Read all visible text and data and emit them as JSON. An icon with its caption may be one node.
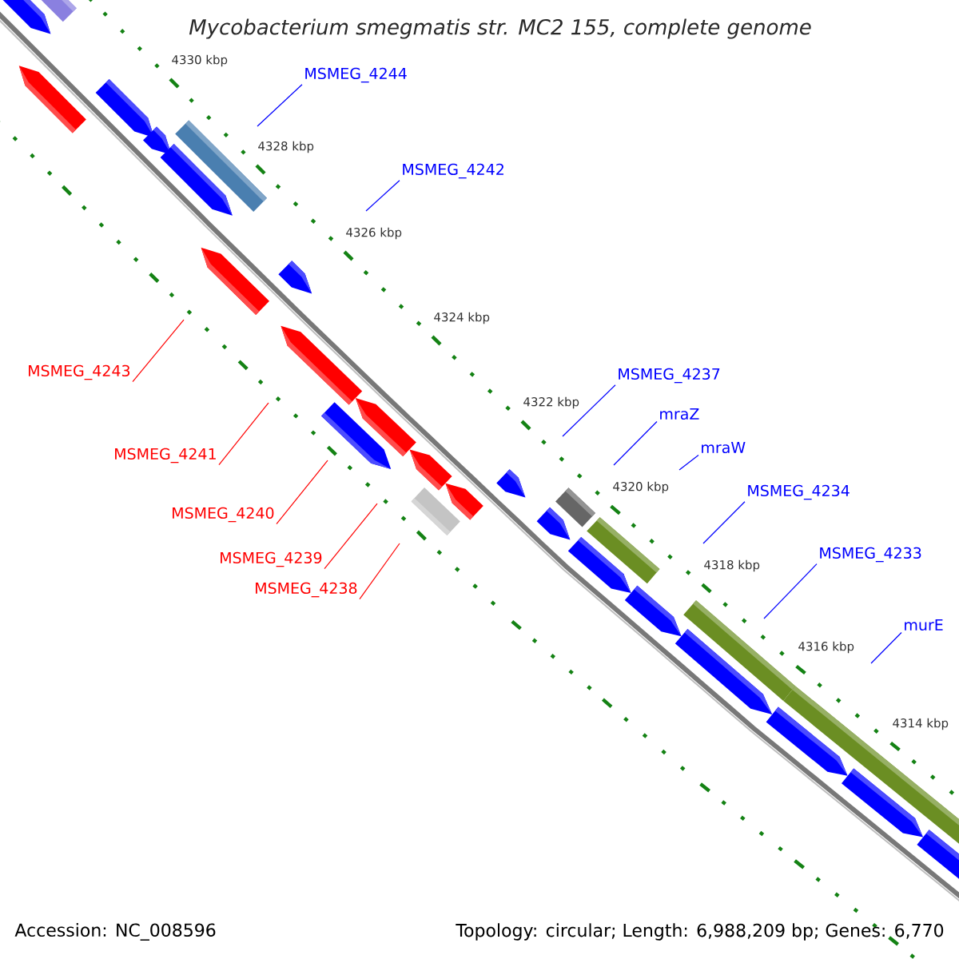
{
  "diagram": {
    "title": "Mycobacterium smegmatis str. MC2 155, complete genome",
    "nodes": [
      {
        "text": [
          "MSMEG_4244"
        ]
      },
      {
        "text": [
          "MSMEG_4242"
        ]
      },
      {
        "text": [
          "MSMEG_4243"
        ]
      },
      {
        "text": [
          "MSMEG_4241"
        ]
      },
      {
        "text": [
          "MSMEG_4240"
        ]
      },
      {
        "text": [
          "MSMEG_4239"
        ]
      },
      {
        "text": [
          "MSMEG_4238"
        ]
      },
      {
        "text": [
          "MSMEG_4237"
        ]
      },
      {
        "text": [
          "mraZ"
        ]
      },
      {
        "text": [
          "mraW"
        ]
      },
      {
        "text": [
          "MSMEG_4234"
        ]
      },
      {
        "text": [
          "MSMEG_4233"
        ]
      },
      {
        "text": [
          "murE"
        ]
      }
    ],
    "edges": [
      {
        "from": 0,
        "to": null,
        "arrow": "none"
      },
      {
        "from": 1,
        "to": null,
        "arrow": "none"
      },
      {
        "from": 2,
        "to": null,
        "arrow": "none",
        "color": "#ff0000"
      },
      {
        "from": 3,
        "to": null,
        "arrow": "none",
        "color": "#ff0000"
      },
      {
        "from": 4,
        "to": null,
        "arrow": "none",
        "color": "#ff0000"
      },
      {
        "from": 5,
        "to": null,
        "arrow": "none",
        "color": "#ff0000"
      },
      {
        "from": 6,
        "to": null,
        "arrow": "none",
        "color": "#ff0000"
      },
      {
        "from": 7,
        "to": null,
        "arrow": "none"
      },
      {
        "from": 8,
        "to": null,
        "arrow": "none"
      },
      {
        "from": 9,
        "to": null,
        "arrow": "none"
      },
      {
        "from": 10,
        "to": null,
        "arrow": "none"
      },
      {
        "from": 11,
        "to": null,
        "arrow": "none"
      },
      {
        "from": 12,
        "to": null,
        "arrow": "none"
      }
    ],
    "labels": [
      "4330 kbp",
      "4328 kbp",
      "4326 kbp",
      "4324 kbp",
      "4322 kbp",
      "4320 kbp",
      "4318 kbp",
      "4316 kbp",
      "4314 kbp",
      "Accession: NC_008596",
      "Topology: circular; Length: 6,988,209 bp; Genes: 6,770"
    ]
  }
}
